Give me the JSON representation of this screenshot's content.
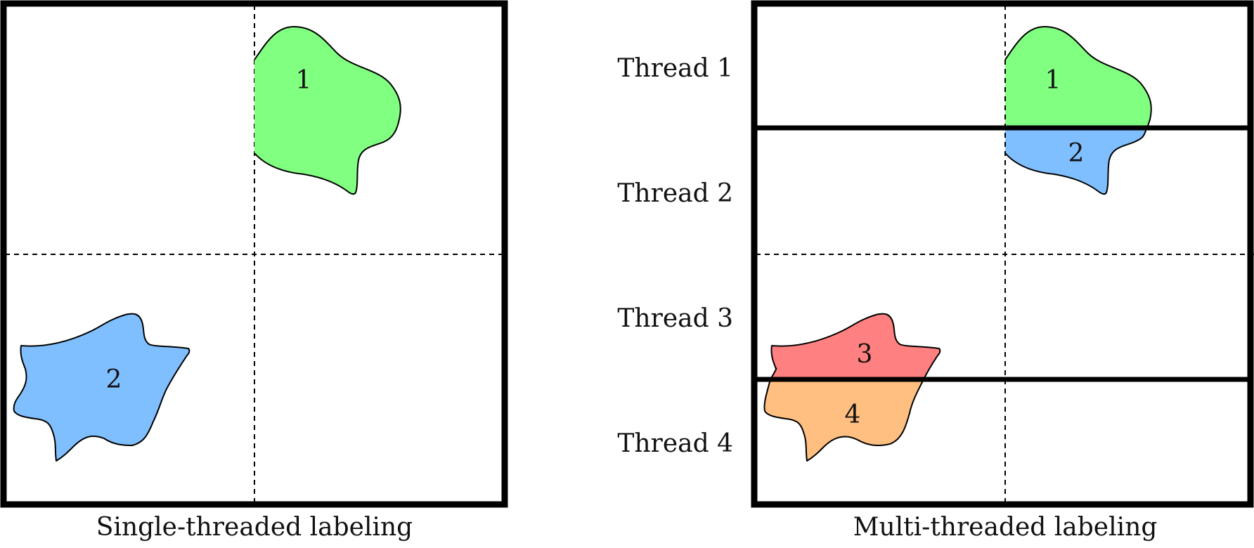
{
  "single_panel": {
    "caption": "Single-threaded labeling",
    "blob_labels": [
      "1",
      "2"
    ],
    "blob_colors": [
      "#80ff80",
      "#80bfff"
    ]
  },
  "multi_panel": {
    "caption": "Multi-threaded labeling",
    "threads": [
      "Thread 1",
      "Thread 2",
      "Thread 3",
      "Thread 4"
    ],
    "blob_labels": [
      "1",
      "2",
      "3",
      "4"
    ],
    "blob_colors": [
      "#80ff80",
      "#80bfff",
      "#ff8080",
      "#ffbf80"
    ]
  }
}
